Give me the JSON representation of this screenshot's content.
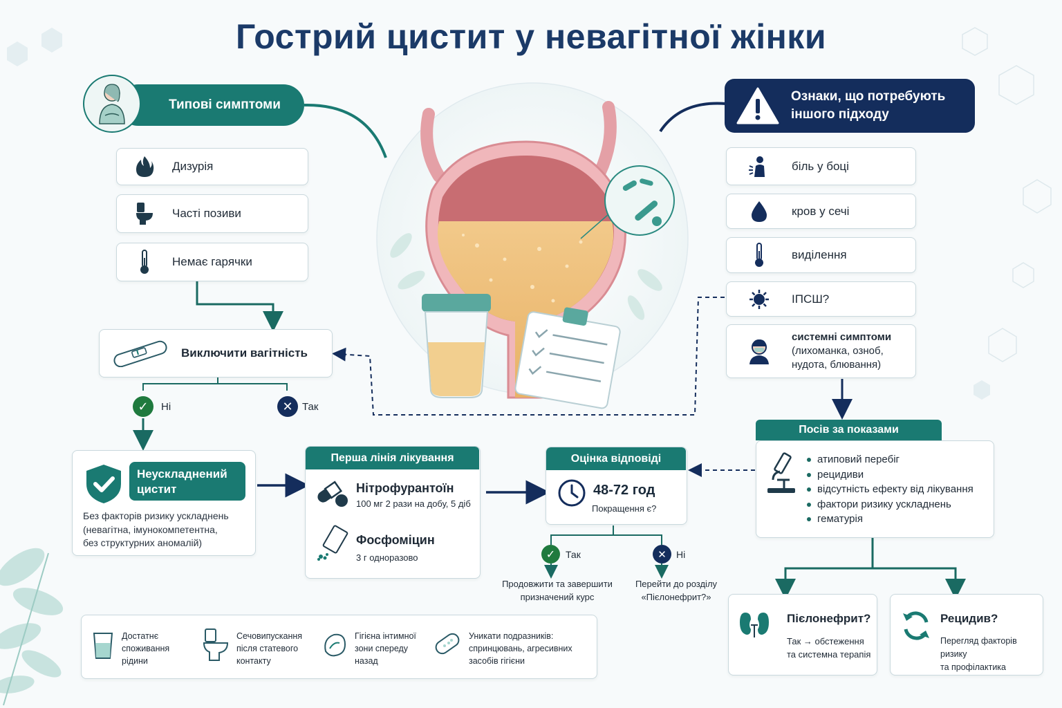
{
  "title": "Гострий цистит у невагітної жінки",
  "typical": {
    "header": "Типові симптоми",
    "items": [
      "Дизурія",
      "Часті позиви",
      "Немає гарячки"
    ]
  },
  "warning": {
    "header_line1": "Ознаки, що потребують",
    "header_line2": "іншого підходу",
    "items": [
      "біль у боці",
      "кров у сечі",
      "виділення",
      "ІПСШ?"
    ],
    "systemic_title": "системні симптоми",
    "systemic_sub1": "(лихоманка, озноб,",
    "systemic_sub2": "нудота, блювання)"
  },
  "pregnancy": {
    "label": "Виключити вагітність",
    "no": "Ні",
    "yes": "Так"
  },
  "uncomplicated": {
    "title_line1": "Неускладнений",
    "title_line2": "цистит",
    "desc1": "Без факторів ризику ускладнень",
    "desc2": "(невагітна, імунокомпетентна,",
    "desc3": "без структурних аномалій)"
  },
  "first_line": {
    "header": "Перша лінія лікування",
    "drug1": "Нітрофурантоїн",
    "dose1": "100 мг 2 рази на добу, 5 діб",
    "drug2": "Фосфоміцин",
    "dose2": "3 г одноразово"
  },
  "response": {
    "header": "Оцінка відповіді",
    "time": "48-72 год",
    "question": "Покращення є?",
    "yes": "Так",
    "no": "Ні",
    "yes_action1": "Продовжити та завершити",
    "yes_action2": "призначений курс",
    "no_action1": "Перейти до розділу",
    "no_action2": "«Пієлонефрит?»"
  },
  "culture": {
    "header": "Посів за показами",
    "items": [
      "атиповий перебіг",
      "рецидиви",
      "відсутність ефекту від лікування",
      "фактори ризику ускладнень",
      "гематурія"
    ]
  },
  "pyelo": {
    "title": "Пієлонефрит?",
    "desc1": "Так → обстеження",
    "desc2": "та системна терапія"
  },
  "relapse": {
    "title": "Рецидив?",
    "desc1": "Перегляд факторів ризику",
    "desc2": "та профілактика"
  },
  "prevention": [
    {
      "l1": "Достатнє",
      "l2": "споживання",
      "l3": "рідини"
    },
    {
      "l1": "Сечовипускання",
      "l2": "після статевого",
      "l3": "контакту"
    },
    {
      "l1": "Гігієна інтимної",
      "l2": "зони спереду",
      "l3": "назад"
    },
    {
      "l1": "Уникати подразників:",
      "l2": "спринцювань, агресивних",
      "l3": "засобів гігієни"
    }
  ],
  "colors": {
    "teal": "#1a7a72",
    "navy": "#142d5c",
    "green_check": "#1f7a3e",
    "title": "#1b3a68"
  }
}
